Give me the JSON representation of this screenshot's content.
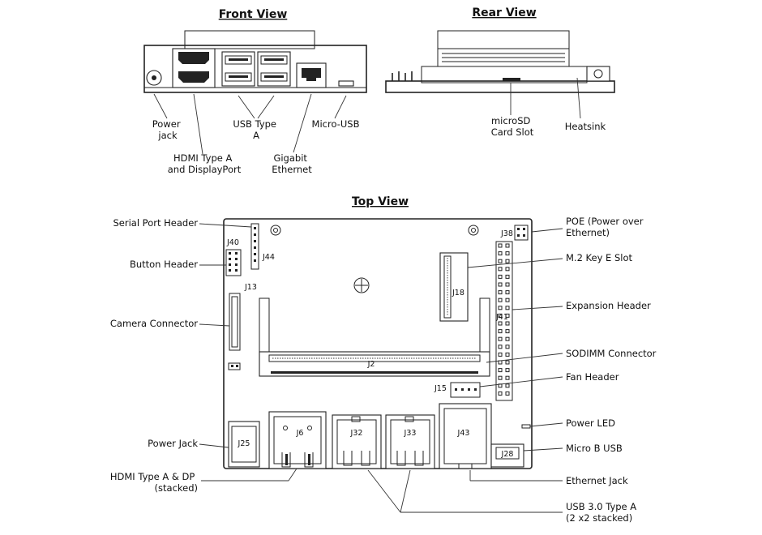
{
  "titles": {
    "front": "Front View",
    "rear": "Rear View",
    "top": "Top View"
  },
  "front_labels": {
    "power_jack": [
      "Power",
      "jack"
    ],
    "hdmi": [
      "HDMI Type A",
      "and DisplayPort"
    ],
    "usb": [
      "USB Type",
      "A"
    ],
    "ethernet": [
      "Gigabit",
      "Ethernet"
    ],
    "micro_usb": "Micro-USB"
  },
  "rear_labels": {
    "microsd": [
      "microSD",
      "Card Slot"
    ],
    "heatsink": "Heatsink"
  },
  "top_left_labels": {
    "serial": "Serial Port Header",
    "button": "Button Header",
    "camera": "Camera Connector",
    "power": "Power Jack",
    "hdmi": [
      "HDMI Type A & DP",
      "(stacked)"
    ]
  },
  "top_right_labels": {
    "poe": [
      "POE (Power over",
      "Ethernet)"
    ],
    "m2": "M.2 Key E Slot",
    "expansion": "Expansion Header",
    "sodimm": "SODIMM Connector",
    "fan": "Fan Header",
    "led": "Power LED",
    "microb": "Micro B USB",
    "ethernet": "Ethernet Jack",
    "usb3": [
      "USB 3.0 Type A",
      "(2 x2 stacked)"
    ]
  },
  "designators": {
    "j40": "J40",
    "j44": "J44",
    "j13": "J13",
    "j2": "J2",
    "j18": "J18",
    "j38": "J38",
    "j41": "J41",
    "j15": "J15",
    "j25": "J25",
    "j6": "J6",
    "j32": "J32",
    "j33": "J33",
    "j43": "J43",
    "j28": "J28"
  }
}
